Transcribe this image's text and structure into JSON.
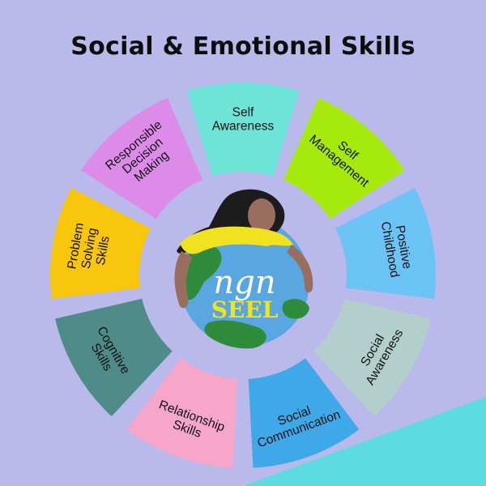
{
  "title": "Social & Emotional Skills",
  "logo": {
    "line1": "ngn",
    "line2": "SEEL"
  },
  "colors": {
    "background": "#b9b9ec",
    "corner": "#5cdbe3",
    "ring": "#ffffff",
    "globe_water": "#5aa6e0",
    "globe_land": "#2e8b3a",
    "logo_text_1": "#ffffff",
    "logo_text_2": "#f1e21f"
  },
  "segments": [
    {
      "label": [
        "Self",
        "Awareness"
      ],
      "color": "#6ee3d8",
      "icon": "self-awareness-segment"
    },
    {
      "label": [
        "Self",
        "Management"
      ],
      "color": "#a6ea0d",
      "icon": "self-management-segment"
    },
    {
      "label": [
        "Positive",
        "Childhood"
      ],
      "color": "#6cc3f5",
      "icon": "positive-childhood-segment"
    },
    {
      "label": [
        "Social",
        "Awareness"
      ],
      "color": "#b3cfcc",
      "icon": "social-awareness-segment"
    },
    {
      "label": [
        "Social",
        "Communication"
      ],
      "color": "#3fa8e9",
      "icon": "social-communication-segment"
    },
    {
      "label": [
        "Relationship",
        "Skills"
      ],
      "color": "#f6a7c9",
      "icon": "relationship-skills-segment"
    },
    {
      "label": [
        "Cognitive",
        "Skills"
      ],
      "color": "#4f8c89",
      "icon": "cognitive-skills-segment"
    },
    {
      "label": [
        "Problem",
        "Solving",
        "Skills"
      ],
      "color": "#f8c60a",
      "icon": "problem-solving-skills-segment"
    },
    {
      "label": [
        "Responsible",
        "Decision",
        "Making"
      ],
      "color": "#dd8be9",
      "icon": "responsible-decision-making-segment"
    }
  ]
}
